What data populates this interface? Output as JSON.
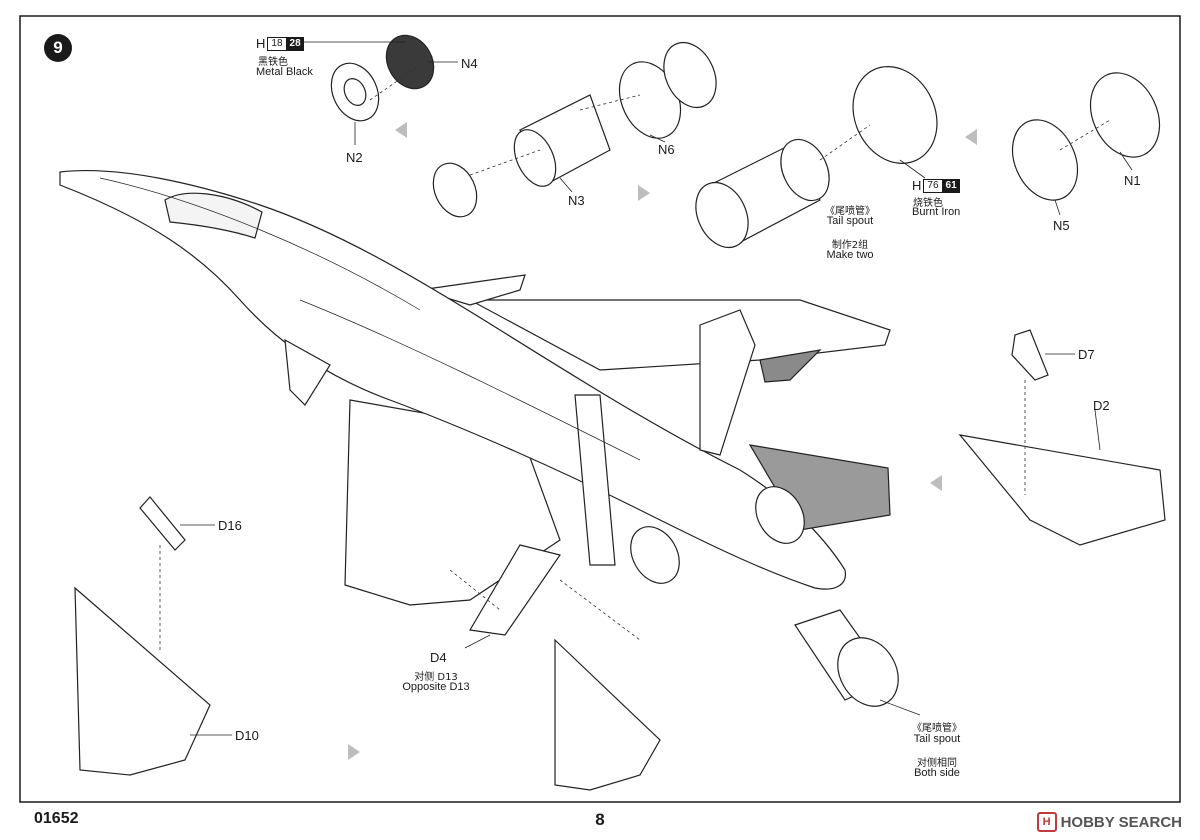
{
  "step": "9",
  "paints": {
    "metal_black": {
      "h": "H",
      "code1": "18",
      "code2": "28",
      "cn": "黑铁色",
      "en": "Metal  Black"
    },
    "burnt_iron": {
      "h": "H",
      "code1": "76",
      "code2": "61",
      "cn": "烧铁色",
      "en": "Burnt Iron"
    }
  },
  "parts": {
    "n1": "N1",
    "n2": "N2",
    "n3": "N3",
    "n4": "N4",
    "n5": "N5",
    "n6": "N6",
    "d2": "D2",
    "d4": "D4",
    "d7": "D7",
    "d10": "D10",
    "d16": "D16"
  },
  "notes": {
    "tail_spout_top": {
      "cn": "《尾喷管》",
      "en": "Tail spout",
      "cn2": "制作2组",
      "en2": "Make two"
    },
    "tail_spout_bottom": {
      "cn": "《尾喷管》",
      "en": "Tail spout",
      "cn2": "对侧相同",
      "en2": "Both side"
    },
    "opposite": {
      "cn": "对侧 D13",
      "en": "Opposite D13"
    }
  },
  "footer": {
    "code": "01652",
    "page": "8",
    "brand": "HOBBY SEARCH",
    "brand_logo": "H"
  }
}
